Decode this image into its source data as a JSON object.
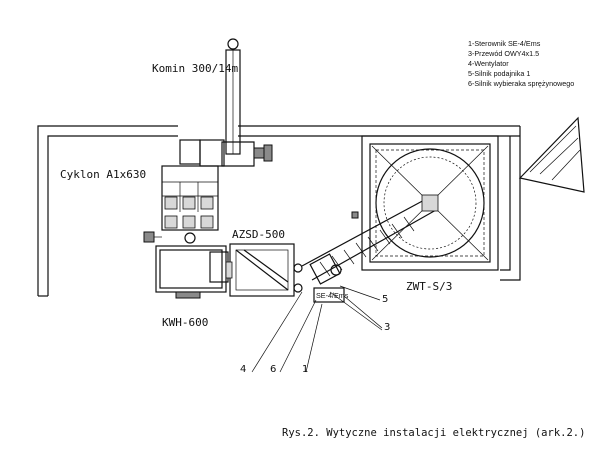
{
  "labels": {
    "chimney": "Komin 300/14m",
    "cyclone": "Cyklon A1x630",
    "azsd": "AZSD-500",
    "zwt": "ZWT-S/3",
    "kwh": "KWH-600",
    "controller_tag": "SE-4/Ems"
  },
  "legend": [
    "1-Sterownik SE-4/Ems",
    "3-Przewód OWY4x1.5",
    "4-Wentylator",
    "5-Silnik podajnika 1",
    "6-Silnik wybieraka sprężynowego"
  ],
  "callouts": {
    "c1": "1",
    "c3": "3",
    "c4": "4",
    "c5": "5",
    "c6": "6"
  },
  "caption": "Rys.2. Wytyczne instalacji elektrycznej (ark.2.)"
}
